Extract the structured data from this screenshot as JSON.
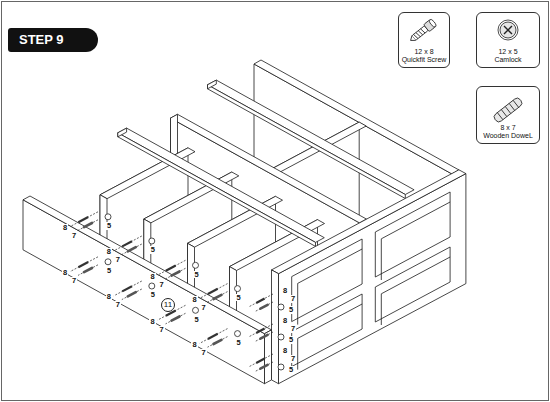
{
  "diagram": {
    "title": "STEP 9",
    "nodes": [
      {
        "text": [
          "12 x 8",
          "Quickfit Screw"
        ]
      },
      {
        "text": [
          "12 x 5",
          "Camlock"
        ]
      },
      {
        "text": [
          "8 x 7",
          "Wooden DoweL"
        ]
      },
      {
        "text": [
          "11"
        ]
      }
    ],
    "labels": [
      "8",
      "7",
      "5",
      "8",
      "7",
      "5",
      "8",
      "7",
      "5",
      "8",
      "7",
      "5",
      "8",
      "7",
      "5",
      "8",
      "7",
      "5",
      "8",
      "7",
      "5",
      "8",
      "7",
      "5",
      "8",
      "7",
      "5",
      "8",
      "7",
      "5",
      "8",
      "7",
      "5"
    ]
  }
}
